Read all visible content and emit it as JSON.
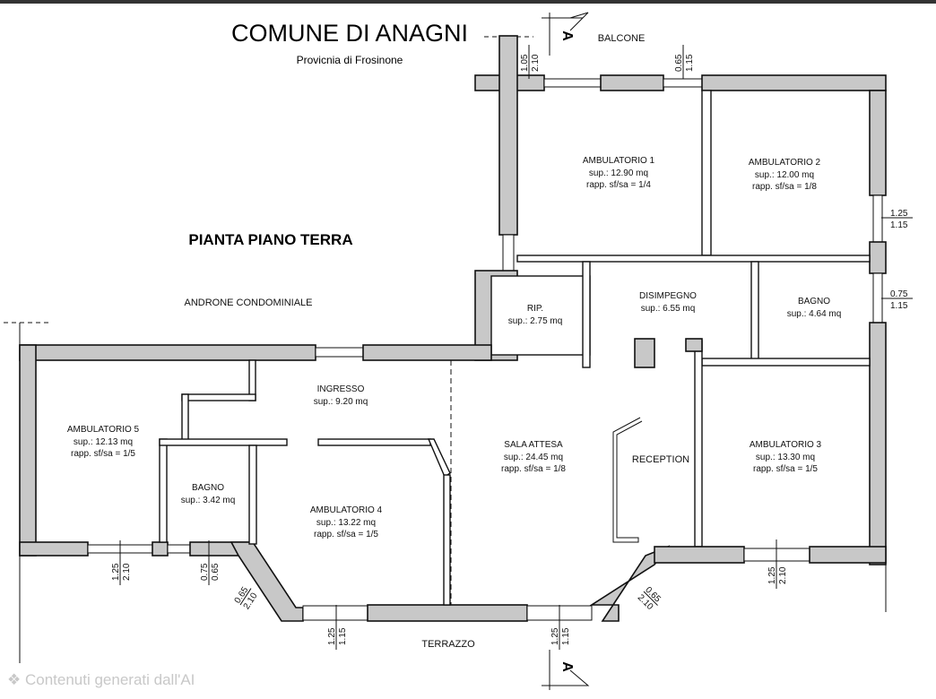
{
  "header": {
    "title": "COMUNE DI ANAGNI",
    "subtitle": "Provicnia di Frosinone"
  },
  "plan_title": "PIANTA PIANO TERRA",
  "labels": {
    "balcone": "BALCONE",
    "androne": "ANDRONE CONDOMINIALE",
    "terrazzo": "TERRAZZO",
    "reception": "RECEPTION",
    "section_marker": "A"
  },
  "rooms": [
    {
      "name": "AMBULATORIO 1",
      "sup": "sup.: 12.90 mq",
      "rapp": "rapp. sf/sa = 1/4"
    },
    {
      "name": "AMBULATORIO 2",
      "sup": "sup.: 12.00 mq",
      "rapp": "rapp. sf/sa = 1/8"
    },
    {
      "name": "DISIMPEGNO",
      "sup": "sup.: 6.55 mq"
    },
    {
      "name": "BAGNO",
      "sup": "sup.: 4.64 mq"
    },
    {
      "name": "RIP.",
      "sup": "sup.: 2.75 mq"
    },
    {
      "name": "INGRESSO",
      "sup": "sup.: 9.20 mq"
    },
    {
      "name": "AMBULATORIO 5",
      "sup": "sup.: 12.13 mq",
      "rapp": "rapp. sf/sa = 1/5"
    },
    {
      "name": "BAGNO",
      "sup": "sup.: 3.42 mq"
    },
    {
      "name": "AMBULATORIO 4",
      "sup": "sup.: 13.22 mq",
      "rapp": "rapp. sf/sa = 1/5"
    },
    {
      "name": "SALA ATTESA",
      "sup": "sup.: 24.45 mq",
      "rapp": "rapp. sf/sa = 1/8"
    },
    {
      "name": "AMBULATORIO 3",
      "sup": "sup.: 13.30 mq",
      "rapp": "rapp. sf/sa = 1/5"
    }
  ],
  "dimensions": [
    {
      "a": "1.05",
      "b": "2.10"
    },
    {
      "a": "0.65",
      "b": "1.15"
    },
    {
      "a": "1.25",
      "b": "1.15"
    },
    {
      "a": "0.75",
      "b": "1.15"
    },
    {
      "a": "1.25",
      "b": "2.10"
    },
    {
      "a": "0.75",
      "b": "0.65"
    },
    {
      "a": "0.65",
      "b": "2.10"
    },
    {
      "a": "1.25",
      "b": "1.15"
    },
    {
      "a": "1.25",
      "b": "1.15"
    },
    {
      "a": "0.65",
      "b": "2.10"
    },
    {
      "a": "1.25",
      "b": "2.10"
    }
  ],
  "watermark": "Contenuti generati dall'AI"
}
